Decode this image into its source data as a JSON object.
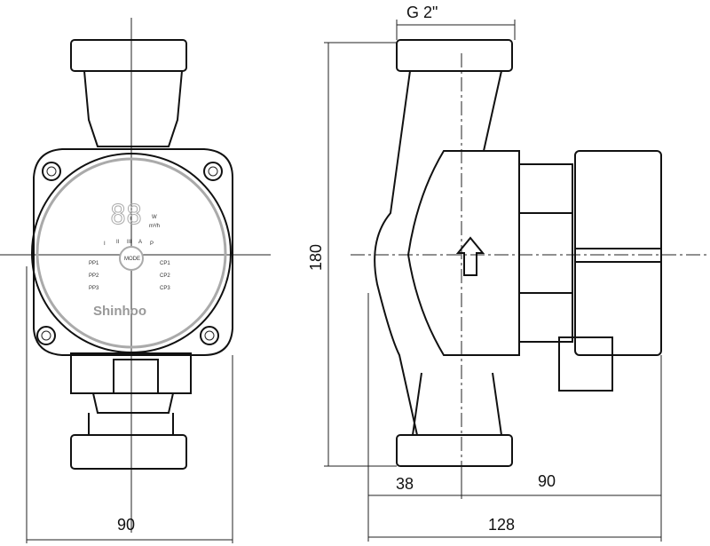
{
  "dimensions": {
    "thread": "G 2\"",
    "height": "180",
    "front_width": "90",
    "offset_left": "38",
    "offset_right": "90",
    "total_depth": "128"
  },
  "control_panel": {
    "brand": "Shinhoo",
    "mode_button": "MODE",
    "display": "88",
    "units": [
      "W",
      "m³/h"
    ],
    "indicators": [
      "I",
      "II",
      "III",
      "A",
      "P"
    ],
    "modes_left": [
      "PP1",
      "PP2",
      "PP3"
    ],
    "modes_right": [
      "CP1",
      "CP2",
      "CP3"
    ]
  }
}
